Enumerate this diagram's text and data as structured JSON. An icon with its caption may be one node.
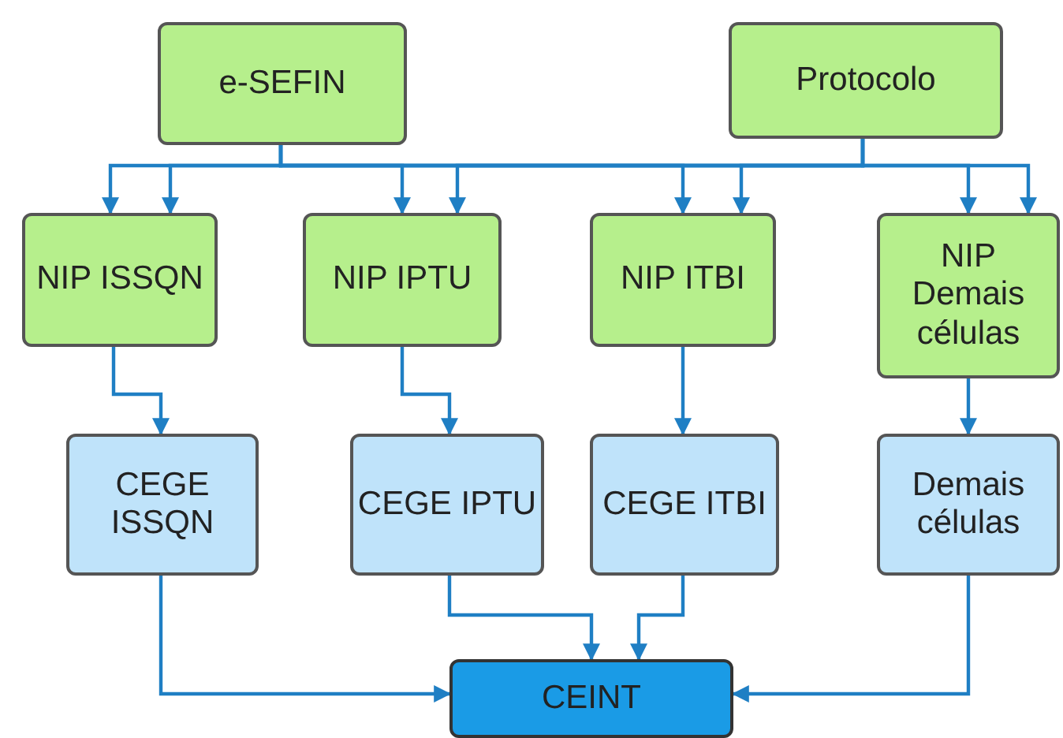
{
  "diagram": {
    "nodes": [
      {
        "text": [
          "e-SEFIN"
        ]
      },
      {
        "text": [
          "Protocolo"
        ]
      },
      {
        "text": [
          "NIP ISSQN"
        ]
      },
      {
        "text": [
          "NIP IPTU"
        ]
      },
      {
        "text": [
          "NIP ITBI"
        ]
      },
      {
        "text": [
          "NIP Demais células"
        ]
      },
      {
        "text": [
          "CEGE ISSQN"
        ]
      },
      {
        "text": [
          "CEGE IPTU"
        ]
      },
      {
        "text": [
          "CEGE ITBI"
        ]
      },
      {
        "text": [
          "Demais células"
        ]
      },
      {
        "text": [
          "CEINT"
        ]
      }
    ],
    "edges": [
      {
        "from": 0,
        "to": 2,
        "arrow": "to"
      },
      {
        "from": 0,
        "to": 3,
        "arrow": "to"
      },
      {
        "from": 0,
        "to": 4,
        "arrow": "to"
      },
      {
        "from": 0,
        "to": 5,
        "arrow": "to"
      },
      {
        "from": 1,
        "to": 2,
        "arrow": "to"
      },
      {
        "from": 1,
        "to": 3,
        "arrow": "to"
      },
      {
        "from": 1,
        "to": 4,
        "arrow": "to"
      },
      {
        "from": 1,
        "to": 5,
        "arrow": "to"
      },
      {
        "from": 2,
        "to": 6,
        "arrow": "to"
      },
      {
        "from": 3,
        "to": 7,
        "arrow": "to"
      },
      {
        "from": 4,
        "to": 8,
        "arrow": "to"
      },
      {
        "from": 5,
        "to": 9,
        "arrow": "to"
      },
      {
        "from": 6,
        "to": 10,
        "arrow": "to"
      },
      {
        "from": 7,
        "to": 10,
        "arrow": "to"
      },
      {
        "from": 8,
        "to": 10,
        "arrow": "to"
      },
      {
        "from": 9,
        "to": 10,
        "arrow": "to"
      }
    ]
  }
}
